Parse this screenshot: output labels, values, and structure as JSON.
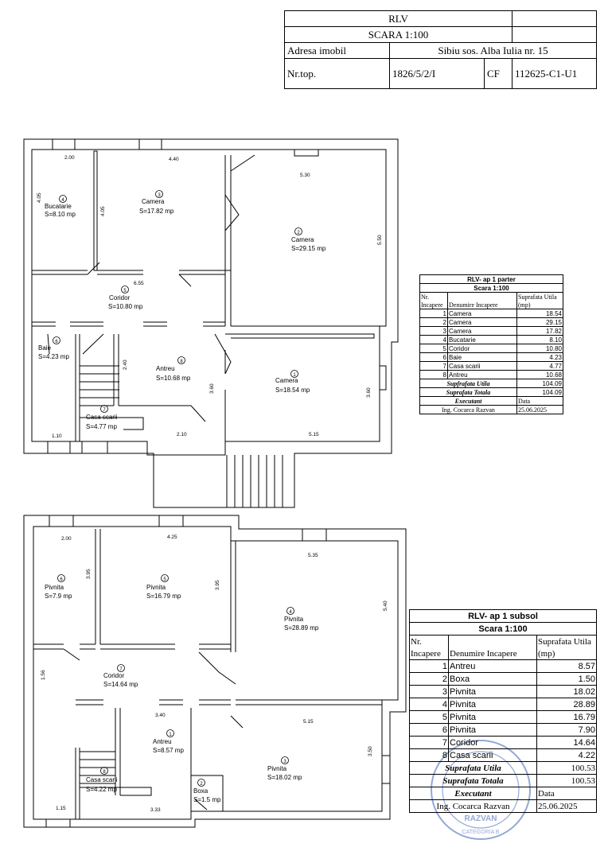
{
  "header": {
    "title": "RLV",
    "scale": "SCARA 1:100",
    "address_label": "Adresa imobil",
    "address_value": "Sibiu sos. Alba Iulia nr. 15",
    "nrtop_label": "Nr.top.",
    "nrtop_value": "1826/5/2/I",
    "cf_label": "CF",
    "cf_value": "112625-C1-U1"
  },
  "parter_table": {
    "title": "RLV- ap 1 parter",
    "scale": "Scara 1:100",
    "col_nr_1": "Nr.",
    "col_nr_2": "Incapere",
    "col_name": "Denumire Incapere",
    "col_area_1": "Suprafata Utila",
    "col_area_2": "(mp)",
    "rows": [
      {
        "nr": "1",
        "name": "Camera",
        "area": "18.54"
      },
      {
        "nr": "2",
        "name": "Camera",
        "area": "29.15"
      },
      {
        "nr": "3",
        "name": "Camera",
        "area": "17.82"
      },
      {
        "nr": "4",
        "name": "Bucatarie",
        "area": "8.10"
      },
      {
        "nr": "5",
        "name": "Coridor",
        "area": "10.80"
      },
      {
        "nr": "6",
        "name": "Baie",
        "area": "4.23"
      },
      {
        "nr": "7",
        "name": "Casa scarii",
        "area": "4.77"
      },
      {
        "nr": "8",
        "name": "Antreu",
        "area": "10.68"
      }
    ],
    "sum_utila_label": "Supfrafata Utila",
    "sum_utila": "104.09",
    "sum_totala_label": "Suprafata Totala",
    "sum_totala": "104.09",
    "executant_label": "Executant",
    "data_label": "Data",
    "executant": "Ing. Cocarca Razvan",
    "date": "25.06.2025"
  },
  "subsol_table": {
    "title": "RLV- ap 1 subsol",
    "scale": "Scara 1:100",
    "col_nr_1": "Nr.",
    "col_nr_2": "Incapere",
    "col_name": "Denumire Incapere",
    "col_area_1": "Suprafata Utila",
    "col_area_2": "(mp)",
    "rows": [
      {
        "nr": "1",
        "name": "Antreu",
        "area": "8.57"
      },
      {
        "nr": "2",
        "name": "Boxa",
        "area": "1.50"
      },
      {
        "nr": "3",
        "name": "Pivnita",
        "area": "18.02"
      },
      {
        "nr": "4",
        "name": "Pivnita",
        "area": "28.89"
      },
      {
        "nr": "5",
        "name": "Pivnita",
        "area": "16.79"
      },
      {
        "nr": "6",
        "name": "Pivnita",
        "area": "7.90"
      },
      {
        "nr": "7",
        "name": "Coridor",
        "area": "14.64"
      },
      {
        "nr": "8",
        "name": "Casa scarii",
        "area": "4.22"
      }
    ],
    "sum_utila_label": "Suprafata Utila",
    "sum_utila": "100.53",
    "sum_totala_label": "Suprafata Totala",
    "sum_totala": "100.53",
    "executant_label": "Executant",
    "data_label": "Data",
    "executant": "Ing. Cocarca Razvan",
    "date": "25.06.2025"
  },
  "plan_parter": {
    "rooms": [
      {
        "num": "4",
        "name": "Bucatarie",
        "area": "S=8.10 mp"
      },
      {
        "num": "3",
        "name": "Camera",
        "area": "S=17.82 mp"
      },
      {
        "num": "2",
        "name": "Camera",
        "area": "S=29.15 mp"
      },
      {
        "num": "5",
        "name": "Coridor",
        "area": "S=10.80 mp"
      },
      {
        "num": "6",
        "name": "Baie",
        "area": "S=4.23 mp"
      },
      {
        "num": "8",
        "name": "Antreu",
        "area": "S=10.68 mp"
      },
      {
        "num": "1",
        "name": "Camera",
        "area": "S=18.54 mp"
      },
      {
        "num": "7",
        "name": "Casa scarii",
        "area": "S=4.77 mp"
      }
    ],
    "dims": [
      "2.00",
      "4.40",
      "5.30",
      "4.05",
      "4.05",
      "5.50",
      "6.55",
      "2.40",
      "3.60",
      "3.60",
      "1.10",
      "2.10",
      "5.15"
    ]
  },
  "plan_subsol": {
    "rooms": [
      {
        "num": "6",
        "name": "Pivnita",
        "area": "S=7.9 mp"
      },
      {
        "num": "5",
        "name": "Pivnita",
        "area": "S=16.79 mp"
      },
      {
        "num": "4",
        "name": "Pivnita",
        "area": "S=28.89 mp"
      },
      {
        "num": "7",
        "name": "Coridor",
        "area": "S=14.64 mp"
      },
      {
        "num": "1",
        "name": "Antreu",
        "area": "S=8.57 mp"
      },
      {
        "num": "3",
        "name": "Pivnita",
        "area": "S=18.02 mp"
      },
      {
        "num": "8",
        "name": "Casa scarii",
        "area": "S=4.22 mp"
      },
      {
        "num": "2",
        "name": "Boxa",
        "area": "S=1.5 mp"
      }
    ],
    "dims": [
      "2.00",
      "4.25",
      "5.35",
      "3.95",
      "3.95",
      "5.40",
      "1.56",
      "3.40",
      "5.15",
      "3.50",
      "1.15",
      "3.33"
    ]
  },
  "stamp": {
    "name": "RAZVAN",
    "category": "CATEGORIA B"
  },
  "colors": {
    "line": "#000000",
    "stamp": "#3b62b8"
  }
}
